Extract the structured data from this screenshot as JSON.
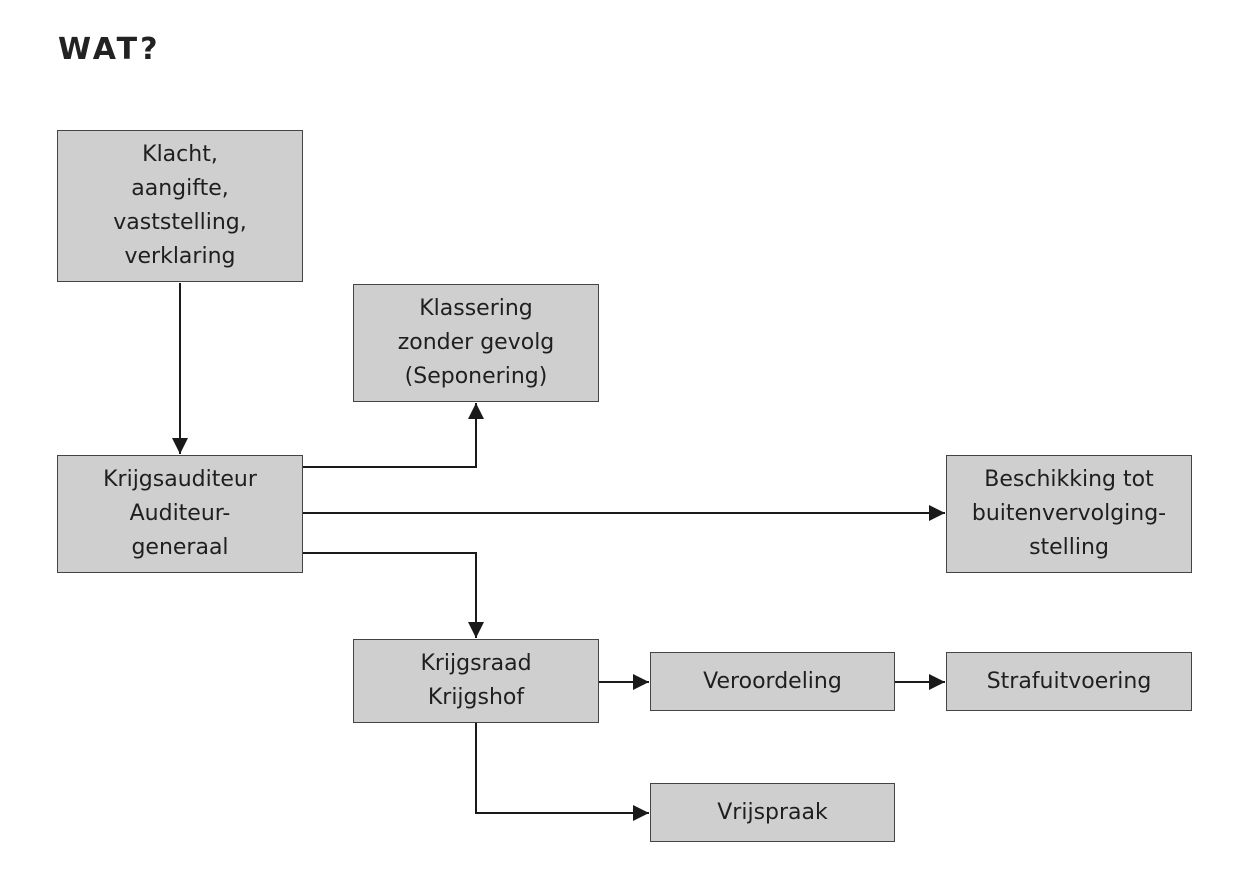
{
  "title": "WAT?",
  "colors": {
    "box_fill": "#cfcfcf",
    "box_border": "#444444",
    "connector": "#1a1a1a"
  },
  "nodes": {
    "klacht": "Klacht,\naangifte,\nvaststelling,\nverklaring",
    "klassering": "Klassering\nzonder gevolg\n(Seponering)",
    "auditeur": "Krijgsauditeur\nAuditeur-\ngeneraal",
    "beschikking": "Beschikking tot\nbuitenvervolging-\nstelling",
    "krijgsraad": "Krijgsraad\nKrijgshof",
    "veroordeling": "Veroordeling",
    "strafuitvoering": "Strafuitvoering",
    "vrijspraak": "Vrijspraak"
  }
}
